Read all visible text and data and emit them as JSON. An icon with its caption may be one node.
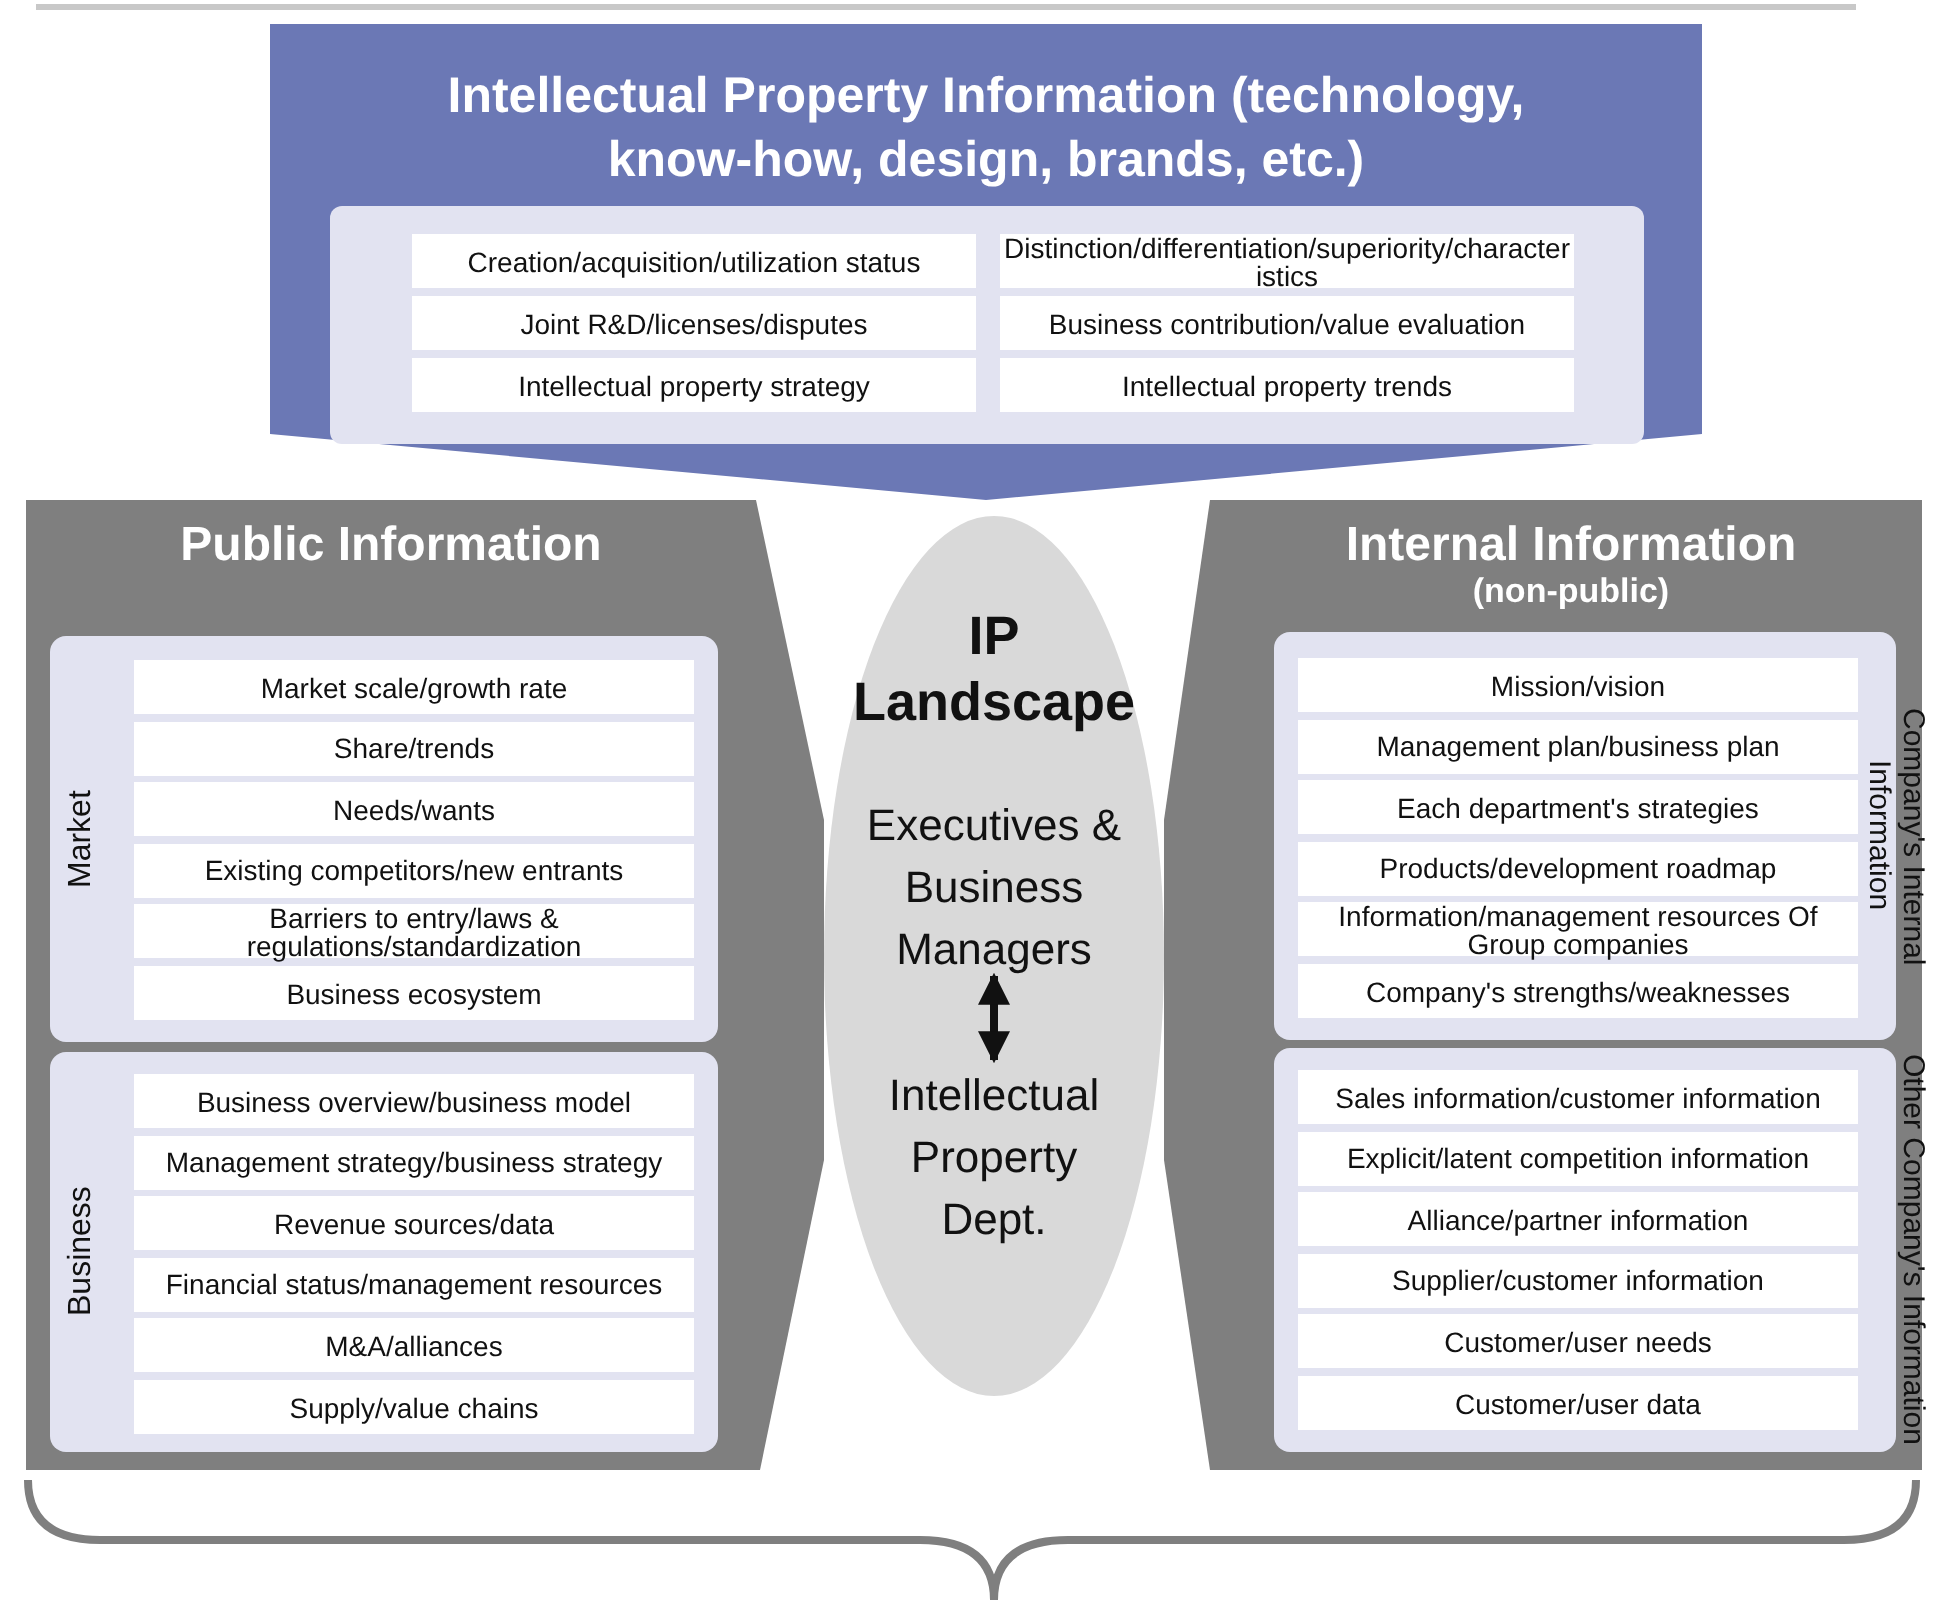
{
  "diagram": {
    "nodes": [
      {
        "text": [
          "Intellectual Property Information (technology, know-how, design, brands, etc.)"
        ]
      },
      {
        "text": [
          "Creation/acquisition/utilization status"
        ],
        "in": 0
      },
      {
        "text": [
          "Distinction/differentiation/superiority/characteristics"
        ],
        "in": 0
      },
      {
        "text": [
          "Joint R&D/licenses/disputes"
        ],
        "in": 0
      },
      {
        "text": [
          "Business contribution/value evaluation"
        ],
        "in": 0
      },
      {
        "text": [
          "Intellectual property strategy"
        ],
        "in": 0
      },
      {
        "text": [
          "Intellectual property trends"
        ],
        "in": 0
      },
      {
        "text": [
          "Public Information"
        ]
      },
      {
        "text": [
          "Market"
        ],
        "in": 7
      },
      {
        "text": [
          "Market scale/growth rate"
        ],
        "in": 8
      },
      {
        "text": [
          "Share/trends"
        ],
        "in": 8
      },
      {
        "text": [
          "Needs/wants"
        ],
        "in": 8
      },
      {
        "text": [
          "Existing competitors/new entrants"
        ],
        "in": 8
      },
      {
        "text": [
          "Barriers to entry/laws & regulations/standardization"
        ],
        "in": 8
      },
      {
        "text": [
          "Business ecosystem"
        ],
        "in": 8
      },
      {
        "text": [
          "Business"
        ],
        "in": 7
      },
      {
        "text": [
          "Business overview/business model"
        ],
        "in": 15
      },
      {
        "text": [
          "Management strategy/business strategy"
        ],
        "in": 15
      },
      {
        "text": [
          "Revenue sources/data"
        ],
        "in": 15
      },
      {
        "text": [
          "Financial status/management resources"
        ],
        "in": 15
      },
      {
        "text": [
          "M&A/alliances"
        ],
        "in": 15
      },
      {
        "text": [
          "Supply/value chains"
        ],
        "in": 15
      },
      {
        "text": [
          "IP Landscape"
        ]
      },
      {
        "text": [
          "Executives & Business Managers"
        ],
        "in": 22
      },
      {
        "text": [
          "Intellectual Property Dept."
        ],
        "in": 22
      },
      {
        "text": [
          "Internal Information",
          "(non-public)"
        ]
      },
      {
        "text": [
          "Company's Internal Information"
        ],
        "in": 25
      },
      {
        "text": [
          "Mission/vision"
        ],
        "in": 26
      },
      {
        "text": [
          "Management plan/business plan"
        ],
        "in": 26
      },
      {
        "text": [
          "Each department's strategies"
        ],
        "in": 26
      },
      {
        "text": [
          "Products/development roadmap"
        ],
        "in": 26
      },
      {
        "text": [
          "Information/management resources Of Group companies"
        ],
        "in": 26
      },
      {
        "text": [
          "Company's strengths/weaknesses"
        ],
        "in": 26
      },
      {
        "text": [
          "Other Company's Information"
        ],
        "in": 25
      },
      {
        "text": [
          "Sales information/customer information"
        ],
        "in": 33
      },
      {
        "text": [
          "Explicit/latent competition information"
        ],
        "in": 33
      },
      {
        "text": [
          "Alliance/partner information"
        ],
        "in": 33
      },
      {
        "text": [
          "Supplier/customer information"
        ],
        "in": 33
      },
      {
        "text": [
          "Customer/user needs"
        ],
        "in": 33
      },
      {
        "text": [
          "Customer/user data"
        ],
        "in": 33
      }
    ],
    "edges": [
      {
        "from": 23,
        "to": 24,
        "arrow": "both"
      }
    ]
  }
}
